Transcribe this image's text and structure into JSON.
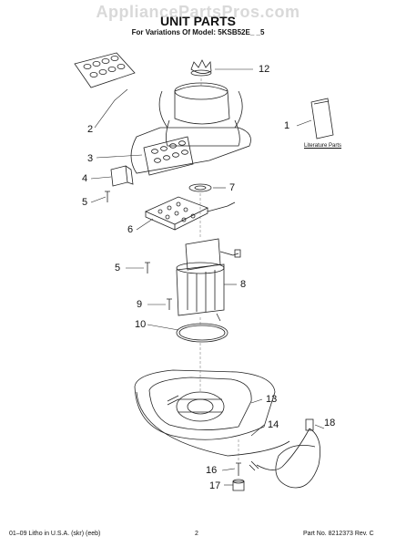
{
  "watermark": "AppliancePartsPros.com",
  "title": "UNIT PARTS",
  "subtitle": "For Variations Of Model: 5KSB52E_ _5",
  "literature_label": "Literature Parts",
  "callouts": {
    "c1": "1",
    "c2": "2",
    "c3": "3",
    "c4": "4",
    "c5a": "5",
    "c5b": "5",
    "c6": "6",
    "c7": "7",
    "c8": "8",
    "c9": "9",
    "c10": "10",
    "c12": "12",
    "c13": "13",
    "c14": "14",
    "c16": "16",
    "c17": "17",
    "c18": "18"
  },
  "footer": {
    "left": "01–09 Litho in U.S.A. (skr) (eeb)",
    "page": "2",
    "right": "Part No. 8212373 Rev. C"
  }
}
